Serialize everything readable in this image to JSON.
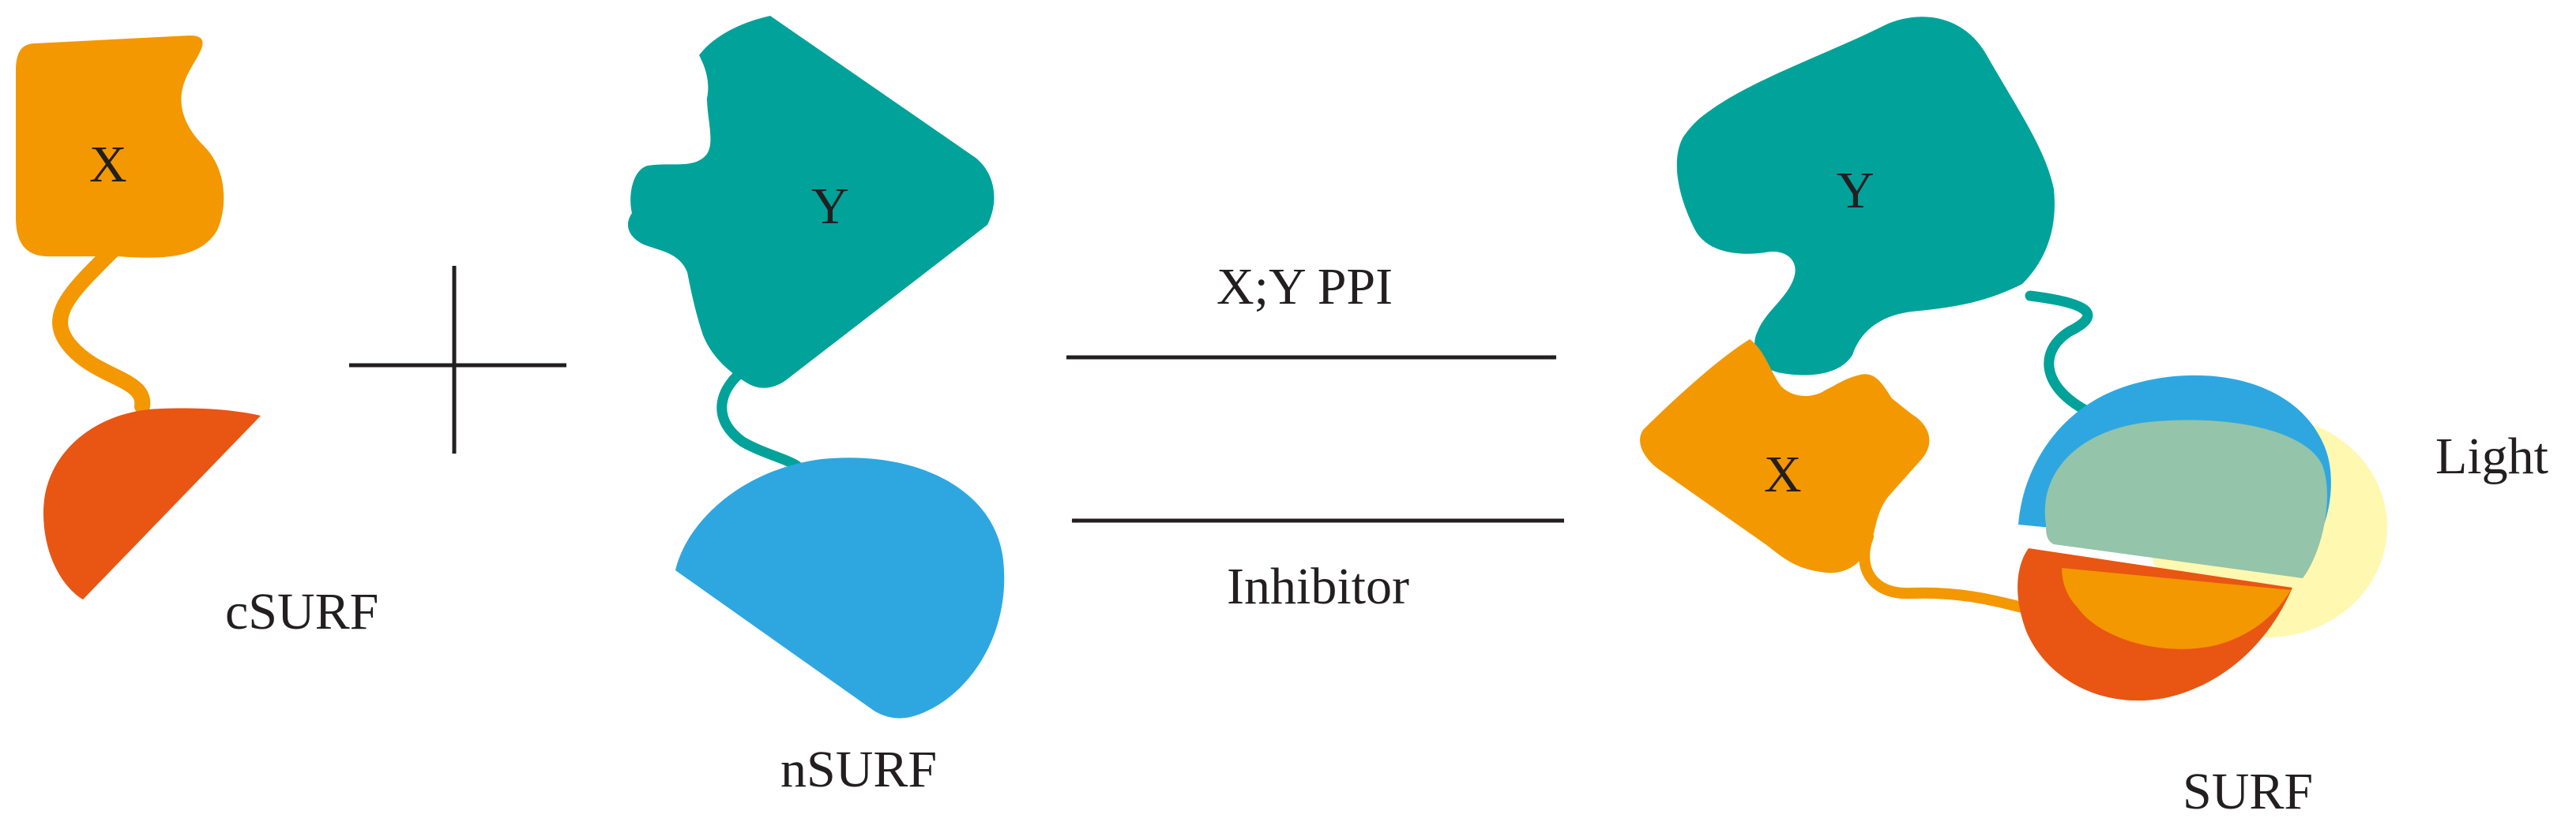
{
  "labels": {
    "x_free": "X",
    "y_free": "Y",
    "csurf": "cSURF",
    "nsurf": "nSURF",
    "forward": "X;Y PPI",
    "reverse": "Inhibitor",
    "y_complex": "Y",
    "x_complex": "X",
    "light": "Light",
    "surf": "SURF"
  },
  "colors": {
    "x_protein": "#f39800",
    "y_protein": "#00a29a",
    "csurf_fragment": "#e95513",
    "nsurf_fragment": "#2ea7e0",
    "reconstituted_overlap": "#94c4aa",
    "light_glow": "#fff8b0",
    "line": "#231f20"
  }
}
